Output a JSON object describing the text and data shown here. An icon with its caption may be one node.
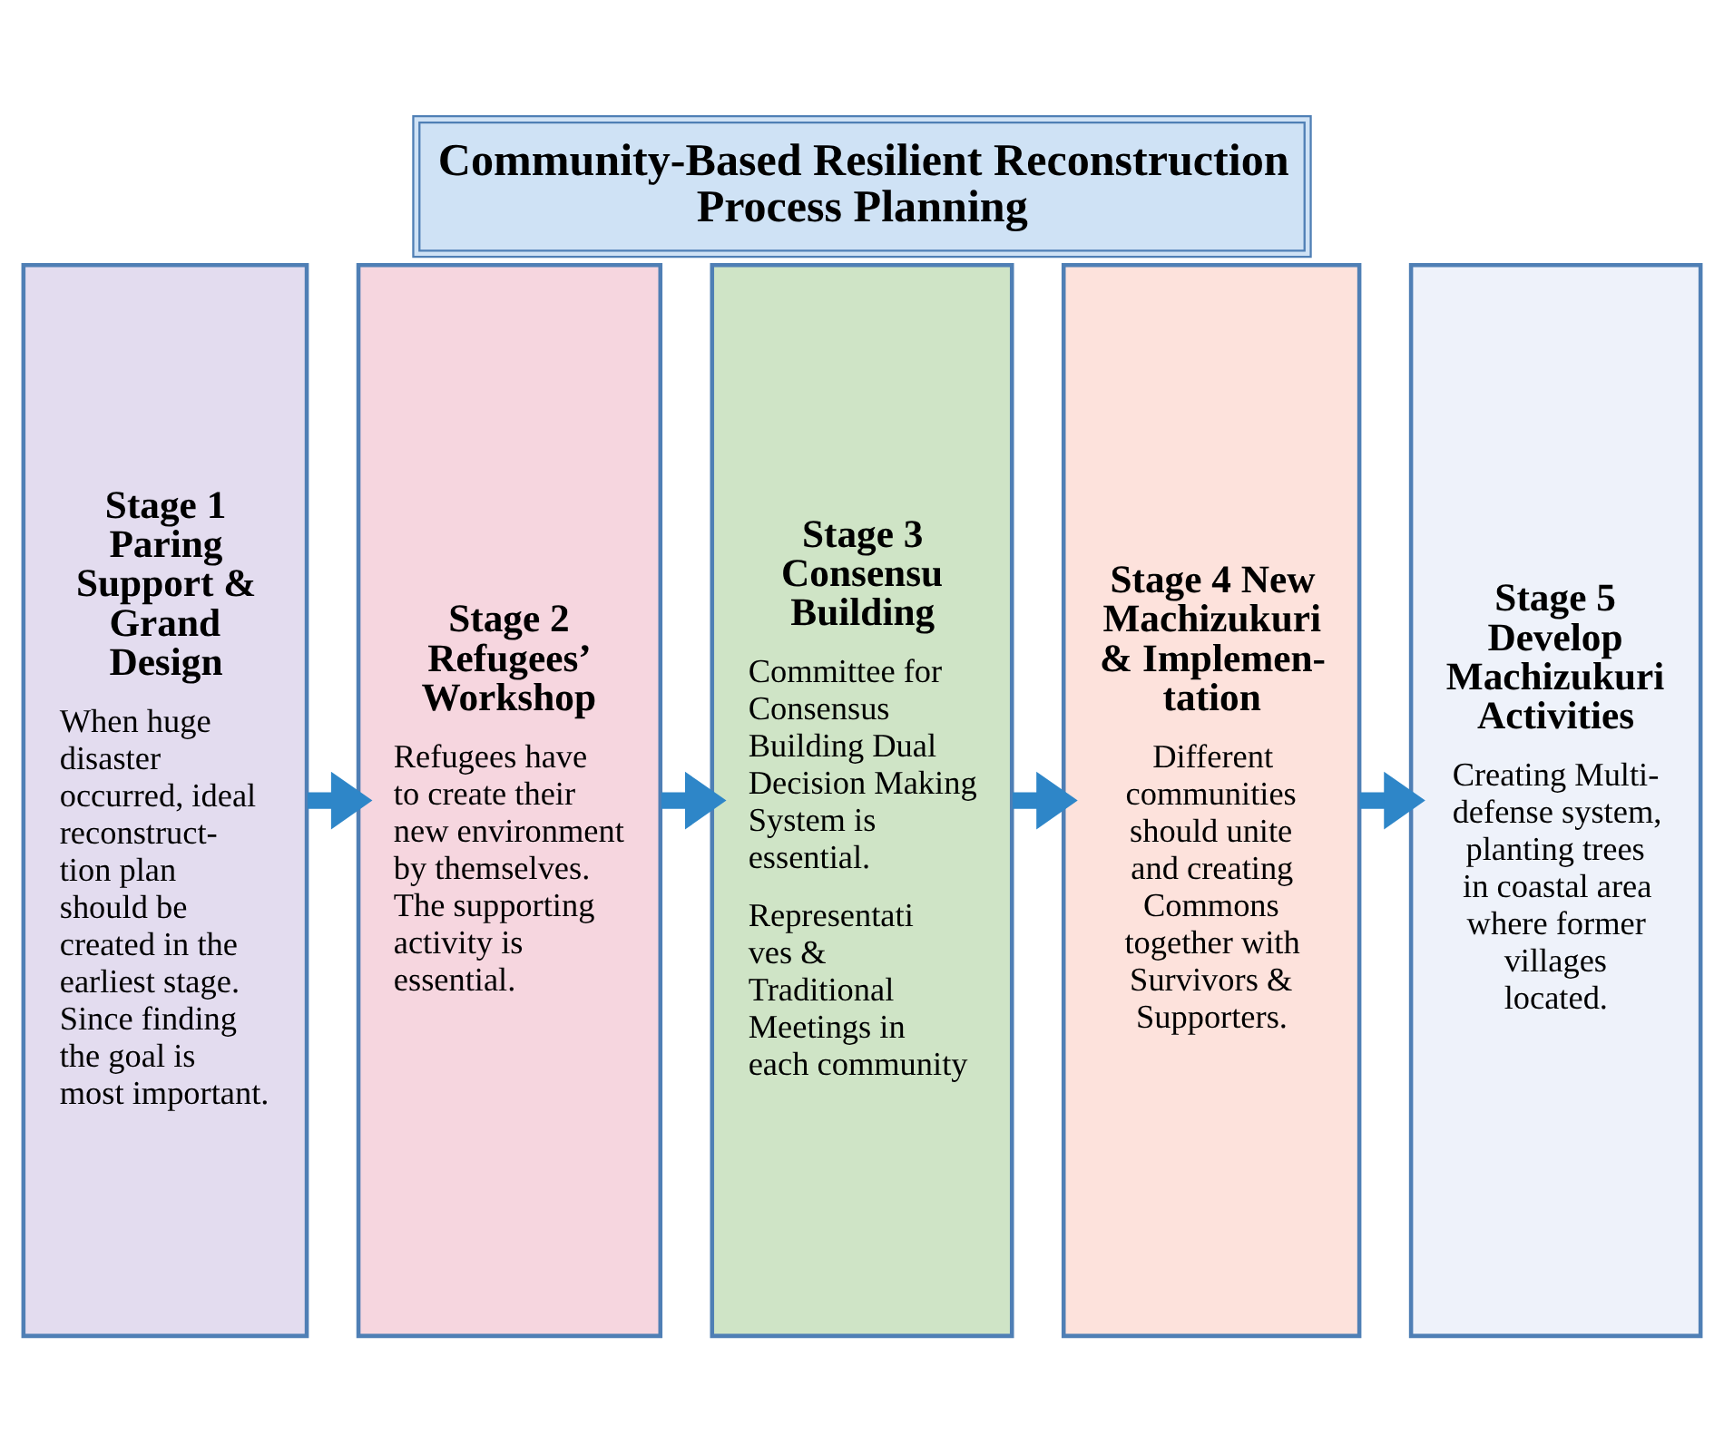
{
  "diagram": {
    "title": "Community-Based Resilient Reconstruction Process Planning",
    "nodes": [
      {
        "text": [
          "Stage 1 Paring Support & Grand Design",
          "When huge disaster occurred, ideal reconstruct- tion plan should be created in the earliest stage. Since finding the goal is most important."
        ]
      },
      {
        "text": [
          "Stage 2 Refugees’ Workshop",
          "Refugees have to create their new environment by themselves. The supporting activity is essential."
        ]
      },
      {
        "text": [
          "Stage 3 Consensu Building",
          "Committee for Consensus Building Dual Decision Making System is essential.",
          "Representati ves & Traditional Meetings in each community"
        ]
      },
      {
        "text": [
          "Stage 4 New Machizukuri & Implemen- tation",
          "Different communities should unite and creating Commons together with Survivors & Supporters."
        ]
      },
      {
        "text": [
          "Stage 5 Develop Machizukuri Activities",
          "Creating Multi- defense system, planting trees in coastal area where former villages located."
        ]
      }
    ],
    "edges": [
      {
        "from": 0,
        "to": 1,
        "arrow": "to"
      },
      {
        "from": 1,
        "to": 2,
        "arrow": "to"
      },
      {
        "from": 2,
        "to": 3,
        "arrow": "to"
      },
      {
        "from": 3,
        "to": 4,
        "arrow": "to"
      }
    ]
  }
}
